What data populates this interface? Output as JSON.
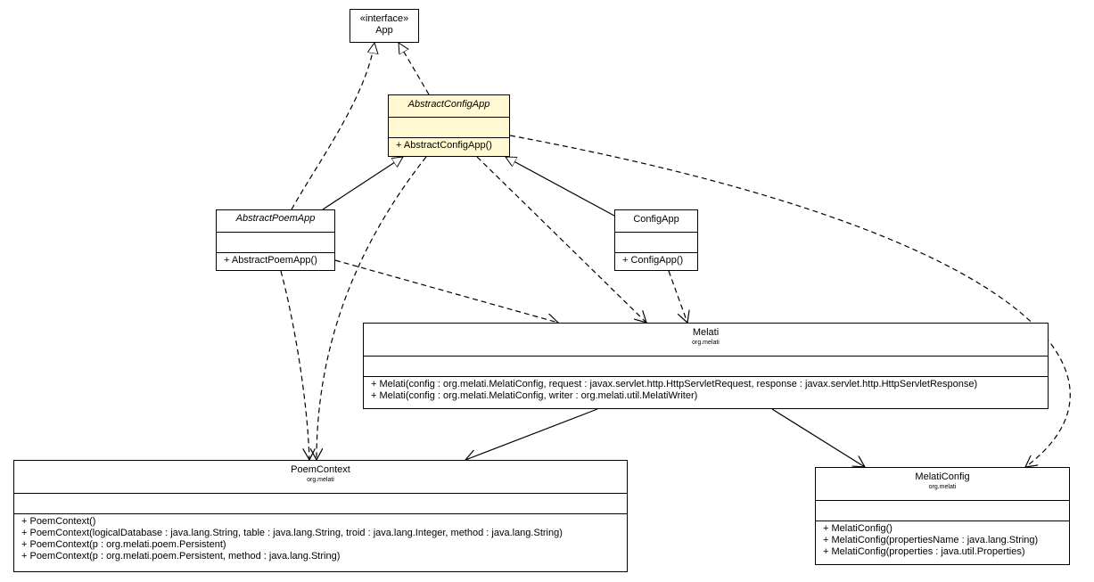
{
  "classes": {
    "app": {
      "stereotype": "«interface»",
      "name": "App"
    },
    "abstract_config_app": {
      "name": "AbstractConfigApp",
      "operations": [
        "+ AbstractConfigApp()"
      ]
    },
    "abstract_poem_app": {
      "name": "AbstractPoemApp",
      "operations": [
        "+ AbstractPoemApp()"
      ]
    },
    "config_app": {
      "name": "ConfigApp",
      "operations": [
        "+ ConfigApp()"
      ]
    },
    "melati": {
      "name": "Melati",
      "package": "org.melati",
      "operations": [
        "+ Melati(config : org.melati.MelatiConfig, request : javax.servlet.http.HttpServletRequest, response : javax.servlet.http.HttpServletResponse)",
        "+ Melati(config : org.melati.MelatiConfig, writer : org.melati.util.MelatiWriter)"
      ]
    },
    "poem_context": {
      "name": "PoemContext",
      "package": "org.melati",
      "operations": [
        "+ PoemContext()",
        "+ PoemContext(logicalDatabase : java.lang.String, table : java.lang.String, troid : java.lang.Integer, method : java.lang.String)",
        "+ PoemContext(p : org.melati.poem.Persistent)",
        "+ PoemContext(p : org.melati.poem.Persistent, method : java.lang.String)"
      ]
    },
    "melati_config": {
      "name": "MelatiConfig",
      "package": "org.melati",
      "operations": [
        "+ MelatiConfig()",
        "+ MelatiConfig(propertiesName : java.lang.String)",
        "+ MelatiConfig(properties : java.util.Properties)"
      ]
    }
  },
  "relationships": [
    {
      "from": "AbstractConfigApp",
      "to": "App",
      "kind": "realization"
    },
    {
      "from": "AbstractPoemApp",
      "to": "App",
      "kind": "realization"
    },
    {
      "from": "AbstractPoemApp",
      "to": "AbstractConfigApp",
      "kind": "generalization"
    },
    {
      "from": "ConfigApp",
      "to": "AbstractConfigApp",
      "kind": "generalization"
    },
    {
      "from": "AbstractConfigApp",
      "to": "PoemContext",
      "kind": "dependency"
    },
    {
      "from": "AbstractConfigApp",
      "to": "Melati",
      "kind": "dependency"
    },
    {
      "from": "AbstractConfigApp",
      "to": "MelatiConfig",
      "kind": "dependency"
    },
    {
      "from": "AbstractPoemApp",
      "to": "PoemContext",
      "kind": "dependency"
    },
    {
      "from": "AbstractPoemApp",
      "to": "Melati",
      "kind": "dependency"
    },
    {
      "from": "ConfigApp",
      "to": "Melati",
      "kind": "dependency"
    },
    {
      "from": "Melati",
      "to": "PoemContext",
      "kind": "association"
    },
    {
      "from": "Melati",
      "to": "MelatiConfig",
      "kind": "association"
    }
  ],
  "colors": {
    "highlight": "#fff8d0",
    "line": "#000000"
  }
}
